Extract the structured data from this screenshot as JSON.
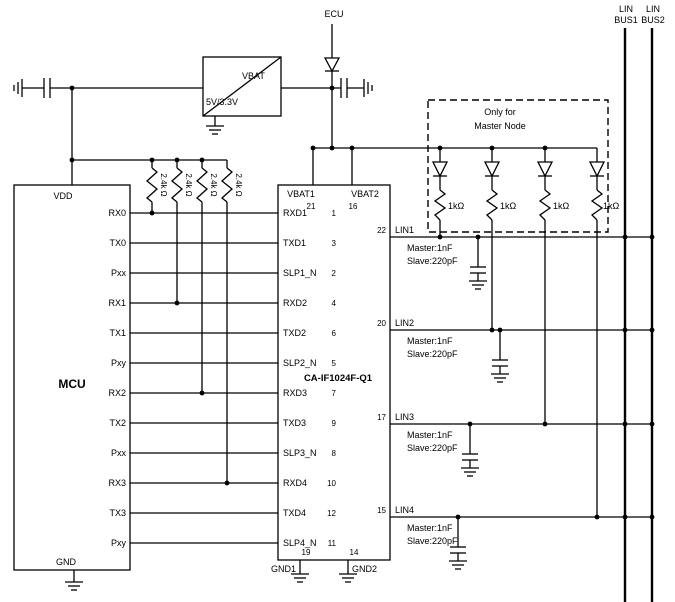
{
  "power": {
    "ecu": "ECU",
    "regulator": {
      "vbat": "VBAT",
      "output": "5V/3.3V"
    }
  },
  "mcu": {
    "name": "MCU",
    "vdd": "VDD",
    "gnd": "GND",
    "pins": [
      "RX0",
      "TX0",
      "Pxx",
      "RX1",
      "TX1",
      "Pxy",
      "RX2",
      "TX2",
      "Pxx",
      "RX3",
      "TX3",
      "Pxy"
    ]
  },
  "pullup": {
    "value": "2.4k Ω"
  },
  "chip": {
    "name": "CA-IF1024F-Q1",
    "left_pins": [
      {
        "name": "RXD1",
        "num": "1"
      },
      {
        "name": "TXD1",
        "num": "3"
      },
      {
        "name": "SLP1_N",
        "num": "2"
      },
      {
        "name": "RXD2",
        "num": "4"
      },
      {
        "name": "TXD2",
        "num": "6"
      },
      {
        "name": "SLP2_N",
        "num": "5"
      },
      {
        "name": "RXD3",
        "num": "7"
      },
      {
        "name": "TXD3",
        "num": "9"
      },
      {
        "name": "SLP3_N",
        "num": "8"
      },
      {
        "name": "RXD4",
        "num": "10"
      },
      {
        "name": "TXD4",
        "num": "12"
      },
      {
        "name": "SLP4_N",
        "num": "11"
      }
    ],
    "top_pins": [
      {
        "name": "VBAT1",
        "num": "21"
      },
      {
        "name": "VBAT2",
        "num": "16"
      }
    ],
    "bottom_pins": [
      {
        "name": "GND1",
        "num": "19"
      },
      {
        "name": "GND2",
        "num": "14"
      }
    ],
    "right_pins": [
      {
        "name": "LIN1",
        "num": "22"
      },
      {
        "name": "LIN2",
        "num": "20"
      },
      {
        "name": "LIN3",
        "num": "17"
      },
      {
        "name": "LIN4",
        "num": "15"
      }
    ]
  },
  "master_box": {
    "line1": "Only for",
    "line2": "Master Node",
    "resistor": "1kΩ"
  },
  "lin_cap": {
    "master": "Master:1nF",
    "slave": "Slave:220pF"
  },
  "buses": [
    {
      "line1": "LIN",
      "line2": "BUS1"
    },
    {
      "line1": "LIN",
      "line2": "BUS2"
    }
  ]
}
